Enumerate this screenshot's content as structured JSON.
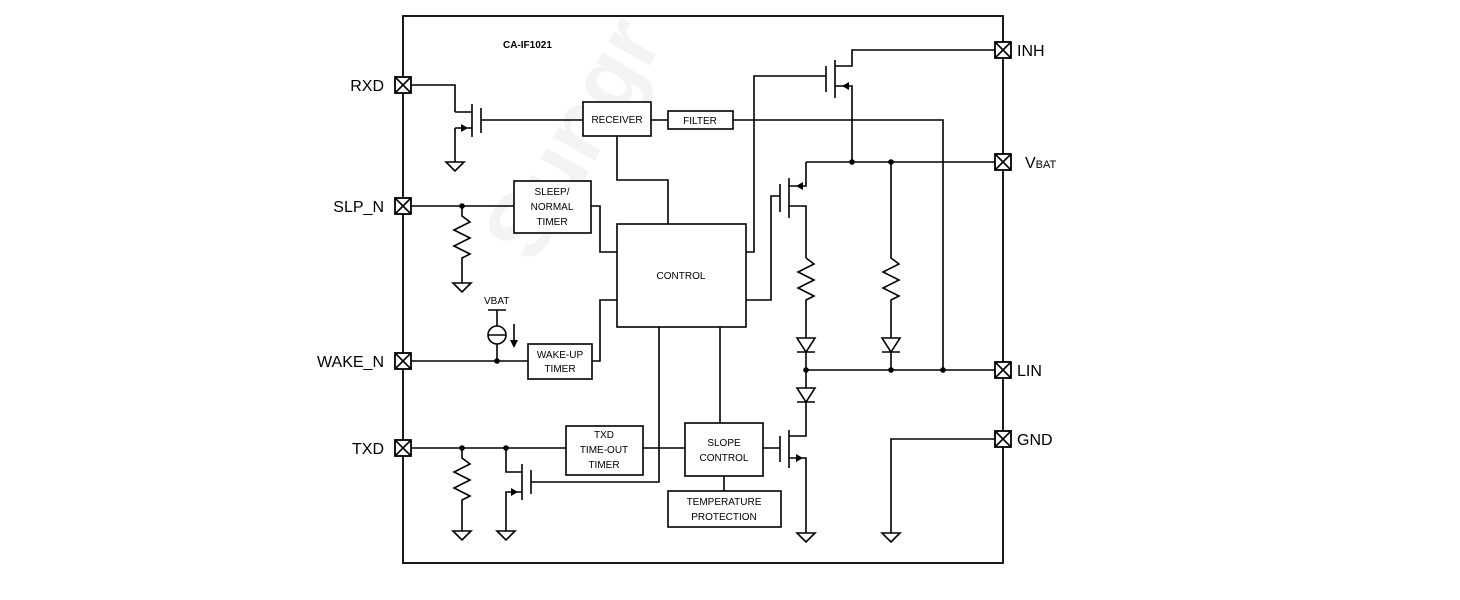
{
  "chip": {
    "name": "CA-IF1021"
  },
  "pins": {
    "rxd": "RXD",
    "slp_n": "SLP_N",
    "wake_n": "WAKE_N",
    "txd": "TXD",
    "inh": "INH",
    "vbat_main": "V",
    "vbat_sub": "BAT",
    "lin": "LIN",
    "gnd": "GND"
  },
  "blocks": {
    "receiver": "RECEIVER",
    "filter": "FILTER",
    "sleep_timer": [
      "SLEEP/",
      "NORMAL",
      "TIMER"
    ],
    "control": "CONTROL",
    "wakeup_timer": [
      "WAKE-UP",
      "TIMER"
    ],
    "txd_timer": [
      "TXD",
      "TIME-OUT",
      "TIMER"
    ],
    "slope_control": [
      "SLOPE",
      "CONTROL"
    ],
    "temp_protection": [
      "TEMPERATURE",
      "PROTECTION"
    ]
  },
  "labels": {
    "vbat_source": "VBAT"
  }
}
